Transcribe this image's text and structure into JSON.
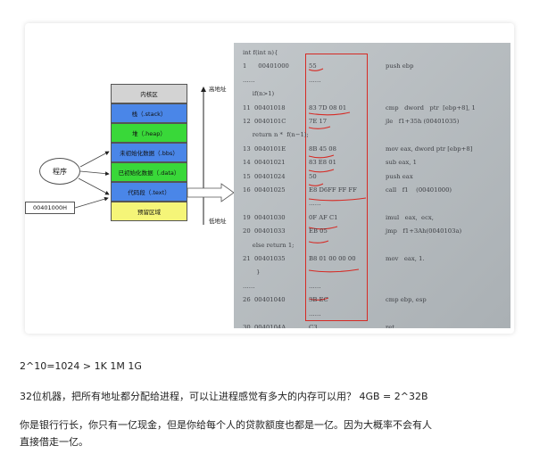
{
  "diagram": {
    "arrow_high": "高地址",
    "arrow_low": "低地址",
    "process_label": "程序",
    "start_address": "00401000H",
    "blocks": [
      {
        "label": "内核区",
        "color": "#d3d3d3"
      },
      {
        "label": "栈（.stack）",
        "color": "#4a86e8"
      },
      {
        "label": "堆（.heap）",
        "color": "#39d839"
      },
      {
        "label": "未初始化数据（.bbs）",
        "color": "#4a86e8"
      },
      {
        "label": "已初始化数据（.data）",
        "color": "#39d839"
      },
      {
        "label": "代码段（.text）",
        "color": "#4a86e8"
      },
      {
        "label": "预留区域",
        "color": "#f5f578"
      }
    ]
  },
  "code_photo": {
    "lines": [
      {
        "num": "int f(int n){",
        "hex": "",
        "asm": ""
      },
      {
        "num": "1      00401000",
        "hex": "55",
        "asm": "push ebp"
      },
      {
        "num": "……",
        "hex": "……",
        "asm": ""
      },
      {
        "num": "     if(n>1)",
        "hex": "",
        "asm": ""
      },
      {
        "num": "11  00401018",
        "hex": "83 7D 08 01",
        "asm": "cmp   dword   ptr  [ebp+8], 1"
      },
      {
        "num": "12  0040101C",
        "hex": "7E 17",
        "asm": "jle   f1+35h (00401035)"
      },
      {
        "num": "     return n *  f(n−1);",
        "hex": "",
        "asm": ""
      },
      {
        "num": "13  0040101E",
        "hex": "8B 45 08",
        "asm": "mov eax, dword ptr [ebp+8]"
      },
      {
        "num": "14  00401021",
        "hex": "83 E8 01",
        "asm": "sub eax, 1"
      },
      {
        "num": "15  00401024",
        "hex": "50",
        "asm": "push eax"
      },
      {
        "num": "16  00401025",
        "hex": "E8 D6FF FF FF",
        "asm": "call   f1    (00401000)"
      },
      {
        "num": "",
        "hex": "……",
        "asm": ""
      },
      {
        "num": "19  00401030",
        "hex": "0F AF C1",
        "asm": "imul   eax,  ecx,"
      },
      {
        "num": "20  00401033",
        "hex": "EB 05",
        "asm": "jmp   f1+3Ah(0040103a)"
      },
      {
        "num": "     else return 1;",
        "hex": "",
        "asm": ""
      },
      {
        "num": "21  00401035",
        "hex": "B8 01 00 00 00",
        "asm": "mov   eax, 1."
      },
      {
        "num": "       }",
        "hex": "",
        "asm": ""
      },
      {
        "num": "……",
        "hex": "……",
        "asm": ""
      },
      {
        "num": "26  00401040",
        "hex": "3B EC",
        "asm": "cmp ebp, esp"
      },
      {
        "num": "",
        "hex": "……",
        "asm": ""
      },
      {
        "num": "30  0040104A",
        "hex": "C3",
        "asm": "ret"
      }
    ]
  },
  "text": {
    "line1": "2^10=1024 > 1K  1M 1G",
    "line2": "32位机器，把所有地址都分配给进程，可以让进程感觉有多大的内存可以用？ 4GB = 2^32B",
    "line3a": "你是银行行长，你只有一亿现金，但是你给每个人的贷款额度也都是一亿。因为大概率不会有人",
    "line3b": "直接借走一亿。"
  }
}
